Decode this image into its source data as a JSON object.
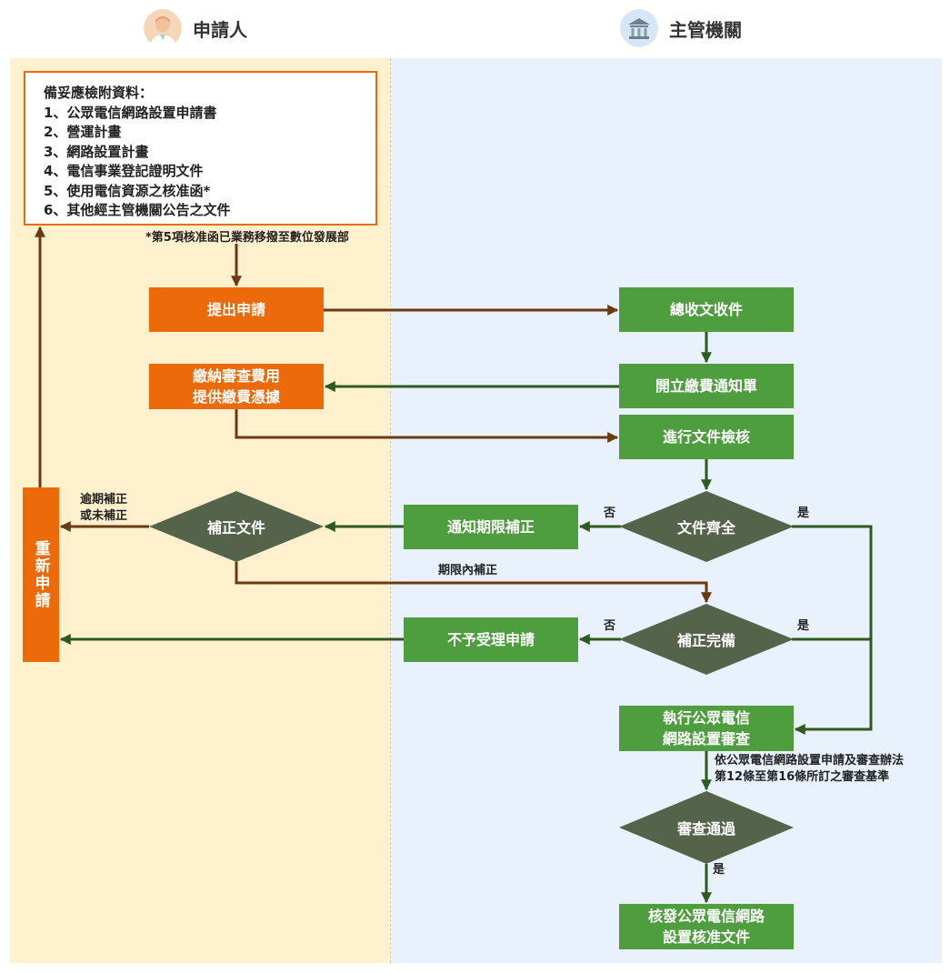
{
  "lanes": {
    "applicant": {
      "title": "申請人",
      "icon": "person-avatar-icon"
    },
    "authority": {
      "title": "主管機關",
      "icon": "government-building-icon"
    }
  },
  "requirements": {
    "heading": "備妥應檢附資料：",
    "items": [
      "1、公眾電信網路設置申請書",
      "2、營運計畫",
      "3、網路設置計畫",
      "4、電信事業登記證明文件",
      "5、使用電信資源之核准函*",
      "6、其他經主管機關公告之文件"
    ],
    "footnote": "*第5項核准函已業務移撥至數位發展部"
  },
  "nodes": {
    "submit": "提出申請",
    "pay": [
      "繳納審查費用",
      "提供繳費憑據"
    ],
    "reapply": "重新申請",
    "receive": "總收文收件",
    "invoice": "開立繳費通知單",
    "doc_check": "進行文件檢核",
    "doc_complete": "文件齊全",
    "notify_fix": "通知期限補正",
    "fix_docs": "補正文件",
    "fix_complete": "補正完備",
    "reject": "不予受理申請",
    "review": [
      "執行公眾電信",
      "網路設置審查"
    ],
    "review_pass": "審查通過",
    "issue": [
      "核發公眾電信網路",
      "設置核准文件"
    ]
  },
  "edge_labels": {
    "overdue": [
      "逾期補正",
      "或未補正"
    ],
    "fixed_in_time": "期限內補正",
    "no_1": "否",
    "yes_1": "是",
    "no_2": "否",
    "yes_2": "是",
    "yes_3": "是",
    "criteria": [
      "依公眾電信網路設置申請及審查辦法",
      "第12條至第16條所訂之審查基準"
    ]
  },
  "colors": {
    "applicant_lane": "#fff1cd",
    "authority_lane": "#e8f1fc",
    "orange": "#ec6a0a",
    "green": "#4e9e3f",
    "decision": "#55634a",
    "arrow_brown": "#6b3a12",
    "arrow_green": "#2f5a1f"
  }
}
